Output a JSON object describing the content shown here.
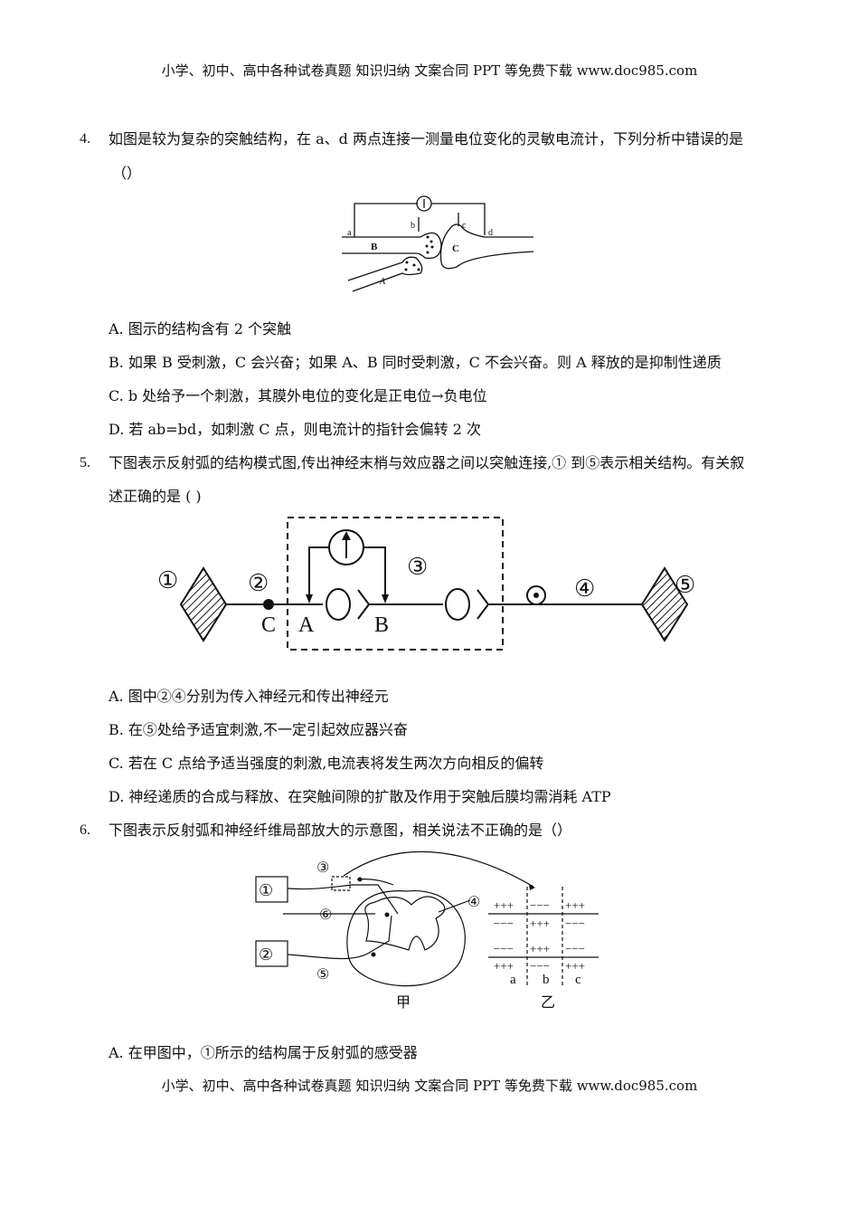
{
  "header": "小学、初中、高中各种试卷真题 知识归纳 文案合同 PPT 等免费下载   www.doc985.com",
  "footer": "小学、初中、高中各种试卷真题 知识归纳 文案合同 PPT 等免费下载   www.doc985.com",
  "q4": {
    "number": "4.",
    "stem": "如图是较为复杂的突触结构，在 a、d 两点连接一测量电位变化的灵敏电流计，下列分析中错误的是",
    "paren": "（）",
    "figure_labels": {
      "a": "a",
      "b": "b",
      "c": "c",
      "d": "d",
      "B": "B",
      "C": "C",
      "A": "A"
    },
    "options": [
      "A. 图示的结构含有 2 个突触",
      "B. 如果 B 受刺激，C 会兴奋；如果 A、B 同时受刺激，C 不会兴奋。则 A 释放的是抑制性递质",
      "C. b 处给予一个刺激，其膜外电位的变化是正电位→负电位",
      "D. 若 ab=bd，如刺激 C 点，则电流计的指针会偏转 2 次"
    ]
  },
  "q5": {
    "number": "5.",
    "stem_line1": "下图表示反射弧的结构模式图,传出神经末梢与效应器之间以突触连接,① 到⑤表示相关结构。有关叙",
    "stem_line2": "述正确的是 ( )",
    "figure_labels": {
      "n1": "①",
      "n2": "②",
      "n3": "③",
      "n4": "④",
      "n5": "⑤",
      "C": "C",
      "A": "A",
      "B": "B"
    },
    "options": [
      "A.    图中②④分别为传入神经元和传出神经元",
      "B.    在⑤处给予适宜刺激,不一定引起效应器兴奋",
      "C.    若在 C 点给予适当强度的刺激,电流表将发生两次方向相反的偏转",
      "D.    神经递质的合成与释放、在突触间隙的扩散及作用于突触后膜均需消耗 ATP"
    ]
  },
  "q6": {
    "number": "6.",
    "stem": "下图表示反射弧和神经纤维局部放大的示意图，相关说法不正确的是（）",
    "figure_labels": {
      "n1": "①",
      "n2": "②",
      "n3": "③",
      "n4": "④",
      "n5": "⑤",
      "n6": "⑥",
      "jia": "甲",
      "yi": "乙",
      "a": "a",
      "b": "b",
      "c": "c",
      "plus": "+++",
      "minus": "−−−"
    },
    "options": [
      "A. 在甲图中，①所示的结构属于反射弧的感受器"
    ]
  }
}
